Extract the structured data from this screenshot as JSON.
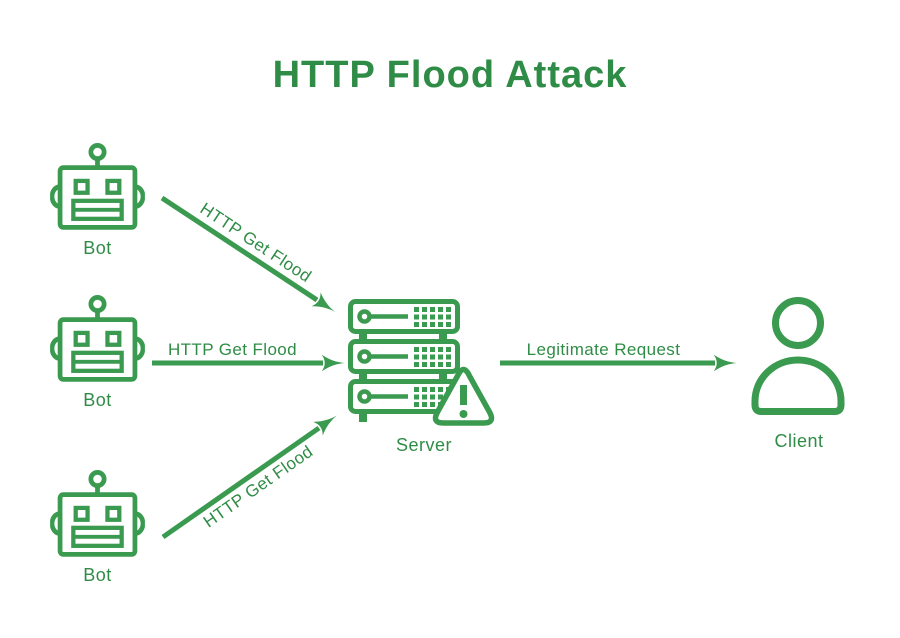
{
  "title": "HTTP Flood Attack",
  "colors": {
    "text": "#2f8c46",
    "graphic": "#3a9a4f",
    "background": "#ffffff"
  },
  "nodes": {
    "bots": [
      {
        "label": "Bot"
      },
      {
        "label": "Bot"
      },
      {
        "label": "Bot"
      }
    ],
    "server": {
      "label": "Server"
    },
    "client": {
      "label": "Client"
    }
  },
  "edges": [
    {
      "label": "HTTP Get Flood"
    },
    {
      "label": "HTTP Get Flood"
    },
    {
      "label": "HTTP Get Flood"
    },
    {
      "label": "Legitimate Request"
    }
  ],
  "icons": {
    "bot": "robot-head-icon",
    "server": "server-rack-icon",
    "warning": "warning-triangle-icon",
    "client": "person-icon",
    "arrow": "arrowhead-icon"
  }
}
